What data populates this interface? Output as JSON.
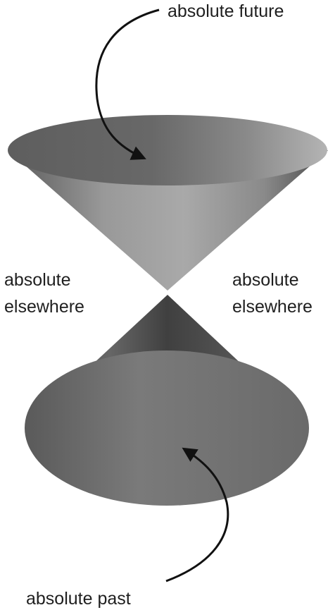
{
  "labels": {
    "future": "absolute future",
    "past": "absolute past",
    "elsewhere_left_line1": "absolute",
    "elsewhere_left_line2": "elsewhere",
    "elsewhere_right_line1": "absolute",
    "elsewhere_right_line2": "elsewhere"
  }
}
